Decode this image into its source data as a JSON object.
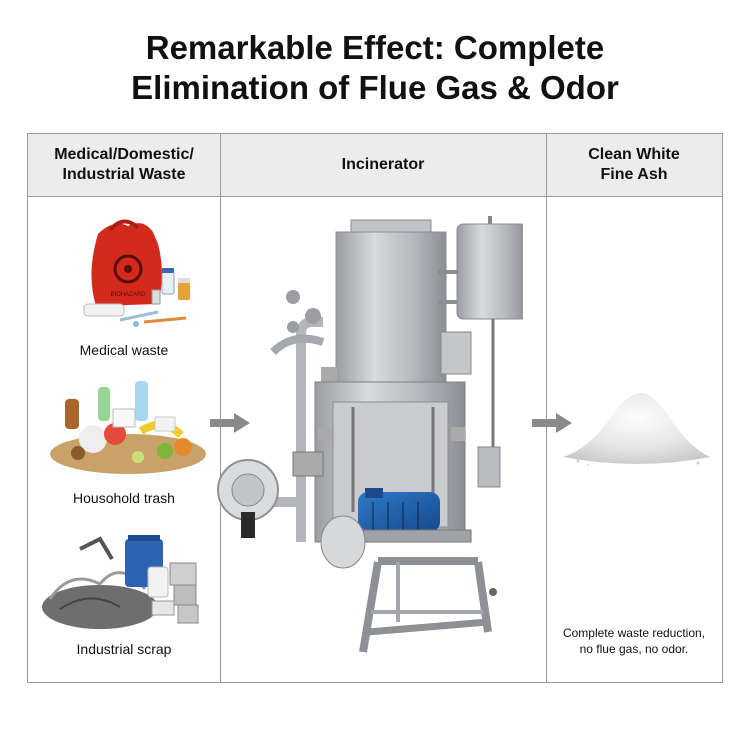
{
  "title_line1": "Remarkable Effect: Complete",
  "title_line2": "Elimination of Flue Gas & Odor",
  "columns": {
    "input_line1": "Medical/Domestic/",
    "input_line2": "Industrial Waste",
    "process": "Incinerator",
    "output_line1": "Clean White",
    "output_line2": "Fine Ash"
  },
  "waste_items": [
    {
      "label": "Medical waste",
      "icon": "biohazard-bag-icon"
    },
    {
      "label": "Housohold trash",
      "icon": "trash-pile-icon"
    },
    {
      "label": "Industrial scrap",
      "icon": "scrap-metal-icon"
    }
  ],
  "biohazard_text": "BIOHAZARD",
  "note_line1": "Complete waste reduction,",
  "note_line2": "no flue gas, no odor.",
  "colors": {
    "header_bg": "#ececec",
    "border": "#9a9a9a",
    "arrow": "#8a8a8a",
    "motor": "#1f5fa8",
    "bag": "#d42a1e"
  }
}
